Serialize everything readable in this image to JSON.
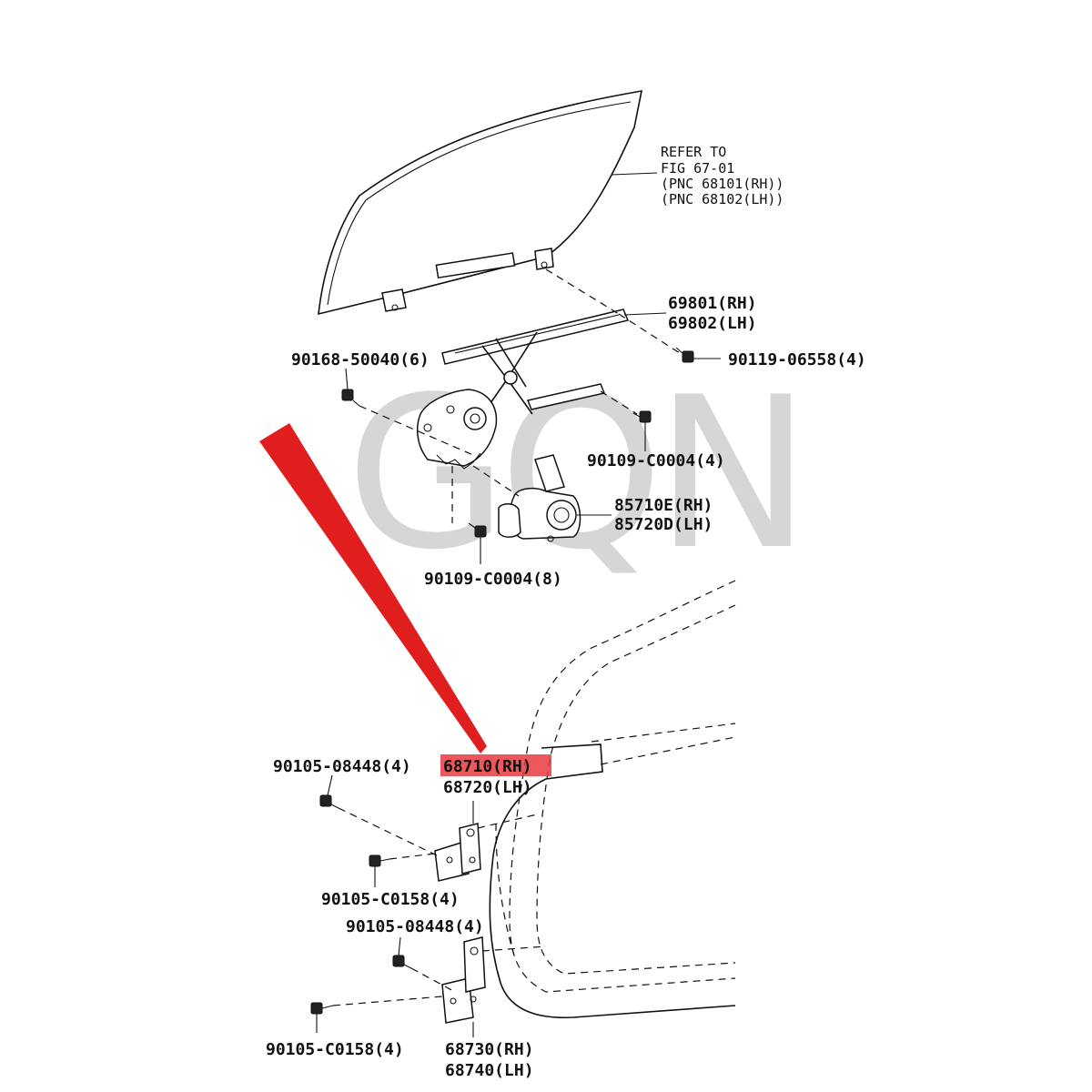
{
  "watermark": "GQN",
  "refer": {
    "line1": "REFER TO",
    "line2": "FIG 67-01",
    "line3": "(PNC 68101(RH))",
    "line4": "(PNC 68102(LH))"
  },
  "parts": {
    "regulator_rh": "69801(RH)",
    "regulator_lh": "69802(LH)",
    "bolt_upper_left": "90168-50040(6)",
    "bolt_upper_right": "90119-06558(4)",
    "bolt_mid_right": "90109-C0004(4)",
    "motor_rh": "85710E(RH)",
    "motor_lh": "85720D(LH)",
    "bolt_motor": "90109-C0004(8)",
    "hinge_upper_bolt_a": "90105-08448(4)",
    "hinge_upper_rh": "68710(RH)",
    "hinge_upper_lh": "68720(LH)",
    "hinge_upper_bolt_b": "90105-C0158(4)",
    "hinge_lower_bolt_a": "90105-08448(4)",
    "hinge_lower_bolt_b": "90105-C0158(4)",
    "hinge_lower_rh": "68730(RH)",
    "hinge_lower_lh": "68740(LH)"
  },
  "colors": {
    "highlight": "#e8393d",
    "arrow": "#e01e1e",
    "watermark": "#d6d6d6"
  }
}
